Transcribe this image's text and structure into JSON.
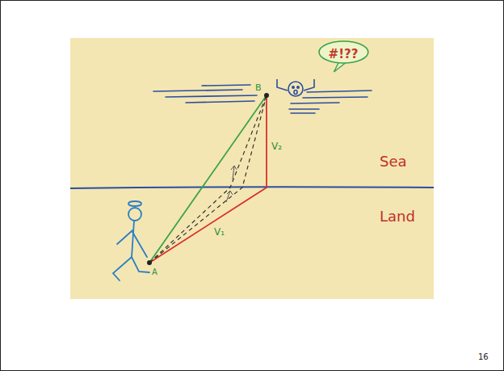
{
  "diagram": {
    "nodes": [
      {
        "text": [
          "#!??"
        ]
      }
    ],
    "edges": [],
    "labels": [
      "B",
      "V₂",
      "Sea",
      "Land",
      "V₁",
      "A",
      "16"
    ]
  }
}
